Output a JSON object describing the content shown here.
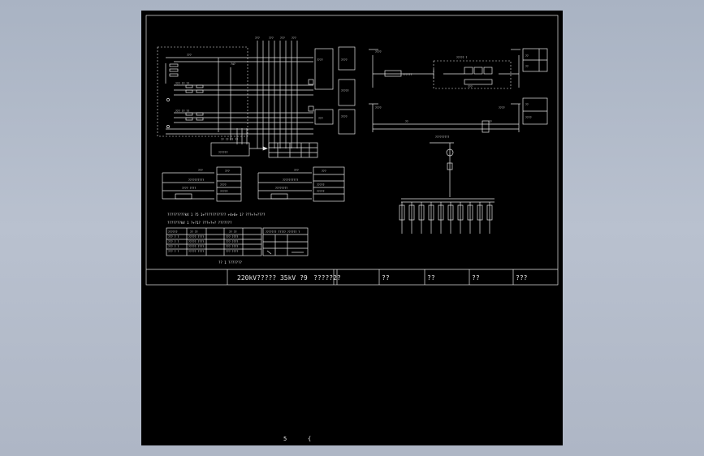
{
  "title_block": {
    "cells": [
      "220kV????? 35kV  ?9",
      "?????2?",
      "??",
      "??",
      "??",
      "???"
    ]
  },
  "bottom_marks": [
    "5",
    "{"
  ],
  "notes": {
    "line1": "?????????kV 1 ?5 1+??????????? +4+6+ 1? ???+?+????",
    "line2": "???????kV 1 ?+?1? ???+?+? ???????",
    "caption": "?? 1 ???????"
  },
  "colors": {
    "background": "#000000",
    "line": "#e6e6e6",
    "surround": "#b4bccb"
  }
}
